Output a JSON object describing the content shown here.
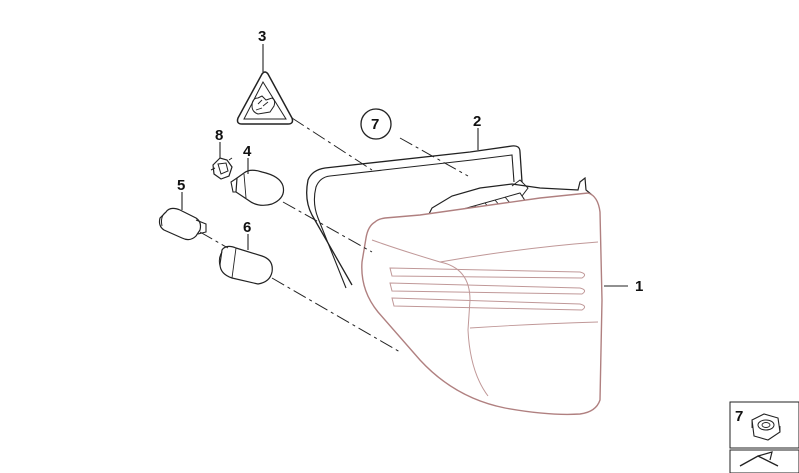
{
  "callouts": {
    "c1": "1",
    "c2": "2",
    "c3": "3",
    "c4": "4",
    "c5": "5",
    "c6": "6",
    "c7": "7",
    "c8": "8"
  },
  "thumbnail": {
    "label": "7"
  },
  "colors": {
    "line": "#222222",
    "lens_edge": "#b08080",
    "lens_ribs": "#c09898",
    "background": "#ffffff"
  }
}
